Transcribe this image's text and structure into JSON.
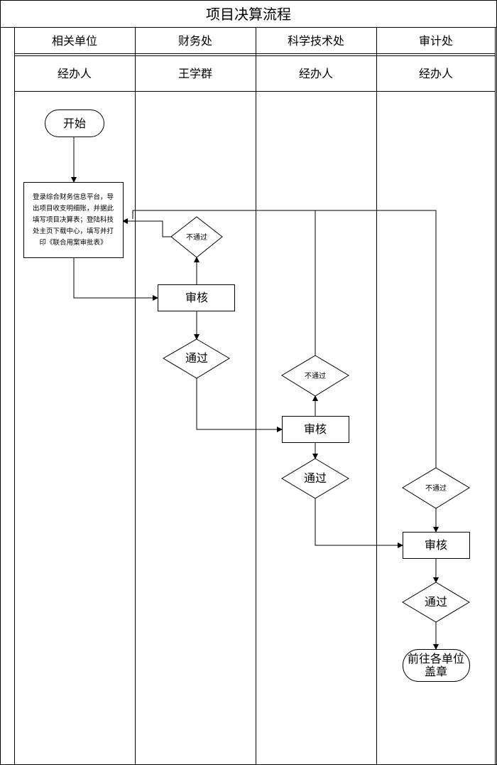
{
  "title": "项目决算流程",
  "lanes": [
    {
      "name": "相关单位",
      "person": "经办人"
    },
    {
      "name": "财务处",
      "person": "王学群"
    },
    {
      "name": "科学技术处",
      "person": "经办人"
    },
    {
      "name": "审计处",
      "person": "经办人"
    }
  ],
  "nodes": {
    "start": "开始",
    "login_lines": [
      "登录综合财务信息平台，导",
      "出项目收支明细账，并据此",
      "填写项目决算表；登陆科技",
      "处主页下载中心，填写并打",
      "印《联合用案审批表》"
    ],
    "finance_review": "审核",
    "finance_reject": "不通过",
    "finance_pass": "通过",
    "tech_review": "审核",
    "tech_reject": "不通过",
    "tech_pass": "通过",
    "audit_review": "审核",
    "audit_reject": "不通过",
    "audit_pass": "通过",
    "end_lines": [
      "前往各单位",
      "盖章"
    ]
  }
}
